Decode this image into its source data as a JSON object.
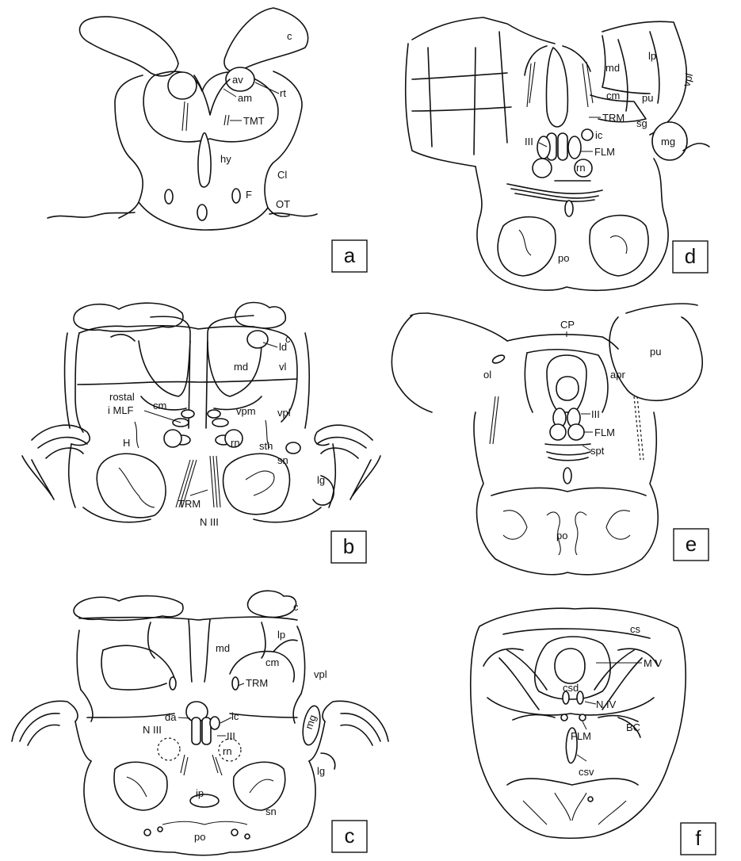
{
  "panels": {
    "a": {
      "letter": "a",
      "labels": {
        "c": "c",
        "av": "av",
        "rt": "rt",
        "am": "am",
        "TMT": "TMT",
        "hy": "hy",
        "Cl": "Cl",
        "F": "F",
        "OT": "OT"
      }
    },
    "b": {
      "letter": "b",
      "labels": {
        "c": "c",
        "ld": "ld",
        "md": "md",
        "vl": "vl",
        "rostal": "rostal",
        "cm": "cm",
        "iMLF": "i MLF",
        "vpm": "vpm",
        "vpl": "vpl",
        "H": "H",
        "rn": "rn",
        "sth": "sth",
        "sn": "sn",
        "lg": "lg",
        "TRM": "TRM",
        "NIII": "N III"
      }
    },
    "c": {
      "letter": "c",
      "labels": {
        "c": "c",
        "lp": "lp",
        "md": "md",
        "cm": "cm",
        "vpl": "vpl",
        "TRM": "TRM",
        "da": "da",
        "ic": "ic",
        "NIII": "N III",
        "III": "III",
        "rn": "rn",
        "mg": "mg",
        "lg": "lg",
        "ip": "ip",
        "sn": "sn",
        "po": "po"
      }
    },
    "d": {
      "letter": "d",
      "labels": {
        "lp": "lp",
        "md": "md",
        "cm": "cm",
        "pu": "pu",
        "vpl": "vpl",
        "sg": "sg",
        "TRM": "TRM",
        "ic": "ic",
        "III": "III",
        "FLM": "FLM",
        "rn": "rn",
        "mg": "mg",
        "po": "po"
      }
    },
    "e": {
      "letter": "e",
      "labels": {
        "CP": "CP",
        "pu": "pu",
        "ol": "ol",
        "apr": "apr",
        "III": "III",
        "FLM": "FLM",
        "spt": "spt",
        "po": "po"
      }
    },
    "f": {
      "letter": "f",
      "labels": {
        "cs": "cs",
        "MV": "M V",
        "csd": "csd",
        "NIV": "N IV",
        "FLM": "FLM",
        "BC": "BC",
        "csv": "csv"
      }
    }
  }
}
